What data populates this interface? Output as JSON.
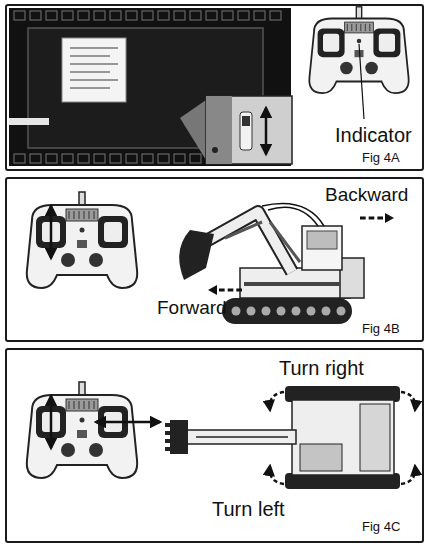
{
  "diagram": {
    "nodes": [
      {
        "text": [
          "Indicator",
          "Fig 4A"
        ]
      },
      {
        "text": [
          "Backward",
          "Forward",
          "Fig 4B"
        ]
      },
      {
        "text": [
          "Turn right",
          "Turn left",
          "Fig 4C"
        ]
      }
    ]
  }
}
